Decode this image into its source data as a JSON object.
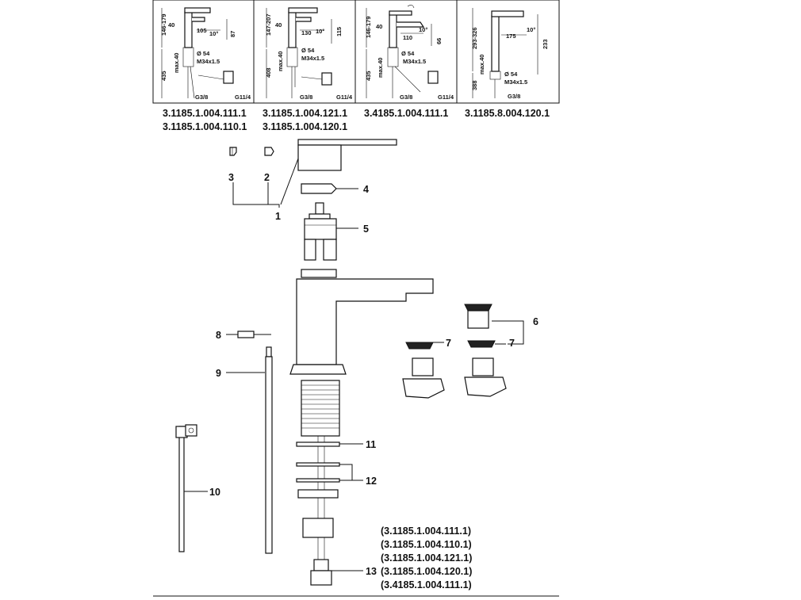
{
  "top_panels": [
    {
      "dims": {
        "height_range": "146-179",
        "d1": "40",
        "d2": "105",
        "angle": "10°",
        "d3": "87",
        "dia": "Ø 54",
        "max": "max.40",
        "thread": "M34x1.5",
        "total": "435",
        "inlet": "G3/8",
        "waste": "G11/4"
      }
    },
    {
      "dims": {
        "height_range": "147-207",
        "d1": "40",
        "d2": "130",
        "angle": "10°",
        "d3": "115",
        "dia": "Ø 54",
        "max": "max.40",
        "thread": "M34x1.5",
        "total": "408",
        "inlet": "G3/8",
        "waste": "G11/4"
      }
    },
    {
      "dims": {
        "height_range": "146-179",
        "d1": "40",
        "d2": "110",
        "angle": "10°",
        "d3": "66",
        "dia": "Ø 54",
        "max": "max.40",
        "thread": "M34x1.5",
        "total": "435",
        "inlet": "G3/8",
        "waste": "G11/4"
      }
    },
    {
      "dims": {
        "height_range": "293-326",
        "d2": "175",
        "angle": "10°",
        "d3": "233",
        "dia": "Ø 54",
        "max": "max.40",
        "thread": "M34x1.5",
        "total": "388",
        "inlet": "G3/8"
      }
    }
  ],
  "model_numbers": [
    [
      "3.1185.1.004.111.1",
      "3.1185.1.004.110.1"
    ],
    [
      "3.1185.1.004.121.1",
      "3.1185.1.004.120.1"
    ],
    [
      "3.4185.1.004.111.1"
    ],
    [
      "3.1185.8.004.120.1"
    ]
  ],
  "callouts": {
    "p1": "1",
    "p2": "2",
    "p3": "3",
    "p4": "4",
    "p5": "5",
    "p6": "6",
    "p7a": "7",
    "p7b": "7",
    "p8": "8",
    "p9": "9",
    "p10": "10",
    "p11": "11",
    "p12": "12",
    "p13": "13"
  },
  "part13_models": [
    "(3.1185.1.004.111.1)",
    "(3.1185.1.004.110.1)",
    "(3.1185.1.004.121.1)",
    "(3.1185.1.004.120.1)",
    "(3.4185.1.004.111.1)"
  ]
}
